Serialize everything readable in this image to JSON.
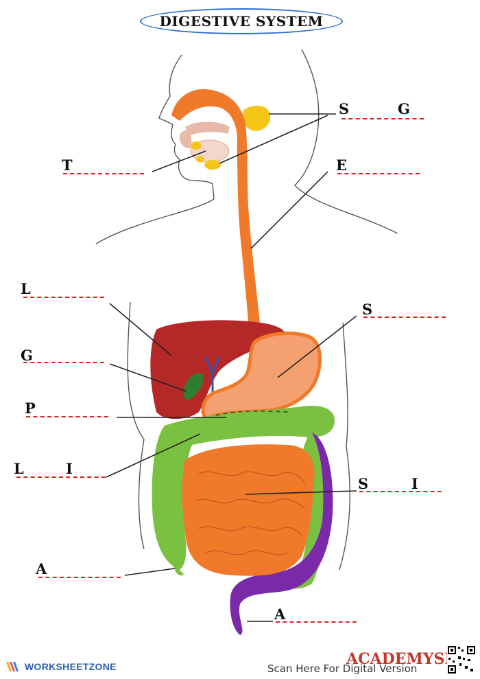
{
  "title": "DIGESTIVE SYSTEM",
  "labels": [
    {
      "id": "salivary-glands",
      "parts": [
        "S",
        "G"
      ]
    },
    {
      "id": "tongue",
      "parts": [
        "T"
      ]
    },
    {
      "id": "esophagus",
      "parts": [
        "E"
      ]
    },
    {
      "id": "liver",
      "parts": [
        "L"
      ]
    },
    {
      "id": "stomach",
      "parts": [
        "S"
      ]
    },
    {
      "id": "gallbladder",
      "parts": [
        "G"
      ]
    },
    {
      "id": "pancreas",
      "parts": [
        "P"
      ]
    },
    {
      "id": "large-intestine",
      "parts": [
        "L",
        "I"
      ]
    },
    {
      "id": "small-intestine",
      "parts": [
        "S",
        "I"
      ]
    },
    {
      "id": "appendix",
      "parts": [
        "A"
      ]
    },
    {
      "id": "anus",
      "parts": [
        "A"
      ]
    }
  ],
  "footer": {
    "brand": "WORKSHEETZONE",
    "scan_text": "Scan Here For Digital Version",
    "academy": "ACADEMYSIM"
  },
  "colors": {
    "esophagus": "#f07a2a",
    "liver": "#b52828",
    "stomach": "#f5a070",
    "large_intestine": "#7ac142",
    "small_intestine": "#f07a2a",
    "rectum": "#7a2aa8",
    "gallbladder": "#2e7d32",
    "salivary": "#f5c518",
    "blank_line": "#e02020"
  }
}
